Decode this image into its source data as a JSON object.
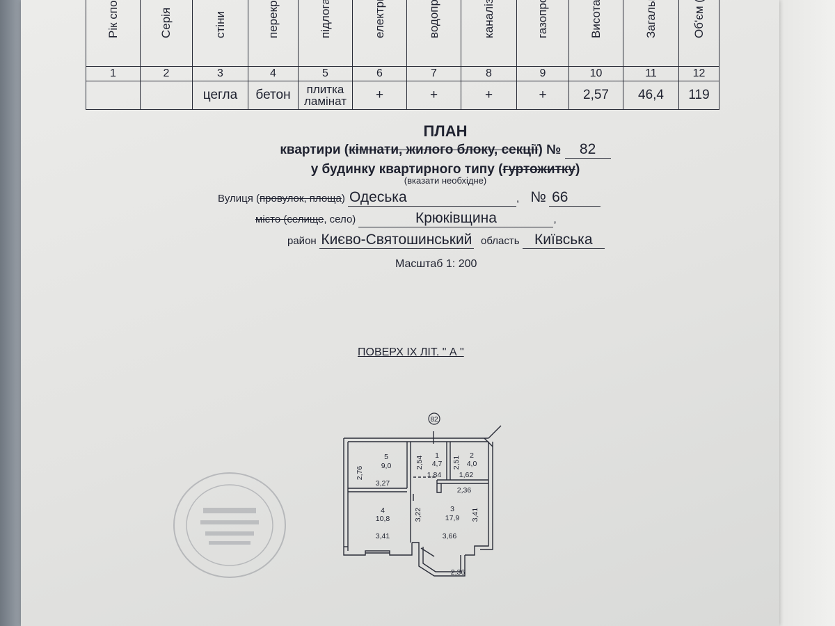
{
  "table": {
    "headers": [
      "Рік спор… реконс…",
      "Серія",
      "стіни",
      "перекриття",
      "підлога",
      "електрика",
      "водопровід",
      "каналізація",
      "газопровід",
      "Висота",
      "Загальна п…",
      "Об'єм (…"
    ],
    "numbers": [
      "1",
      "2",
      "3",
      "4",
      "5",
      "6",
      "7",
      "8",
      "9",
      "10",
      "11",
      "12"
    ],
    "values": [
      "",
      "",
      "цегла",
      "бетон",
      "плитка ламінат",
      "+",
      "+",
      "+",
      "+",
      "2,57",
      "46,4",
      "119"
    ]
  },
  "plan": {
    "title": "ПЛАН",
    "subtitle_prefix": "квартири (",
    "subtitle_struck": "кімнати, жилого блоку, секції",
    "subtitle_suffix": ") №",
    "apartment_number": "82",
    "building_prefix": "у будинку квартирного типу (",
    "building_struck": "гуртожитку",
    "building_suffix": ")",
    "hint": "(вказати необхідне)"
  },
  "address": {
    "street_label_prefix": "Вулиця (",
    "street_label_struck": "провулок, площа",
    "street_label_suffix": ")",
    "street": "Одеська",
    "house_label": "№",
    "house_number": "66",
    "city_label_struck": "місто (селище",
    "city_label_rest": ", село)",
    "city": "Крюківщина",
    "district_label": "район",
    "district": "Києво-Святошинський",
    "region_label": "область",
    "region": "Київська"
  },
  "scale": "Масштаб 1: 200",
  "floor": "ПОВЕРХ IX ЛІТ. \" А  \"",
  "floorplan": {
    "apartment_marker": "82",
    "rooms": [
      {
        "id": "1",
        "area": "4,7"
      },
      {
        "id": "2",
        "area": "4,0"
      },
      {
        "id": "3",
        "area": "17,9"
      },
      {
        "id": "4",
        "area": "10,8"
      },
      {
        "id": "5",
        "area": "9,0"
      }
    ],
    "dimensions": [
      "2,76",
      "3,27",
      "2,54",
      "1,84",
      "2,51",
      "1,62",
      "2,36",
      "3,22",
      "3,41",
      "3,66",
      "3,41",
      "2,36"
    ]
  },
  "colors": {
    "ink": "#1f2230",
    "paper": "#e6e6e4"
  }
}
